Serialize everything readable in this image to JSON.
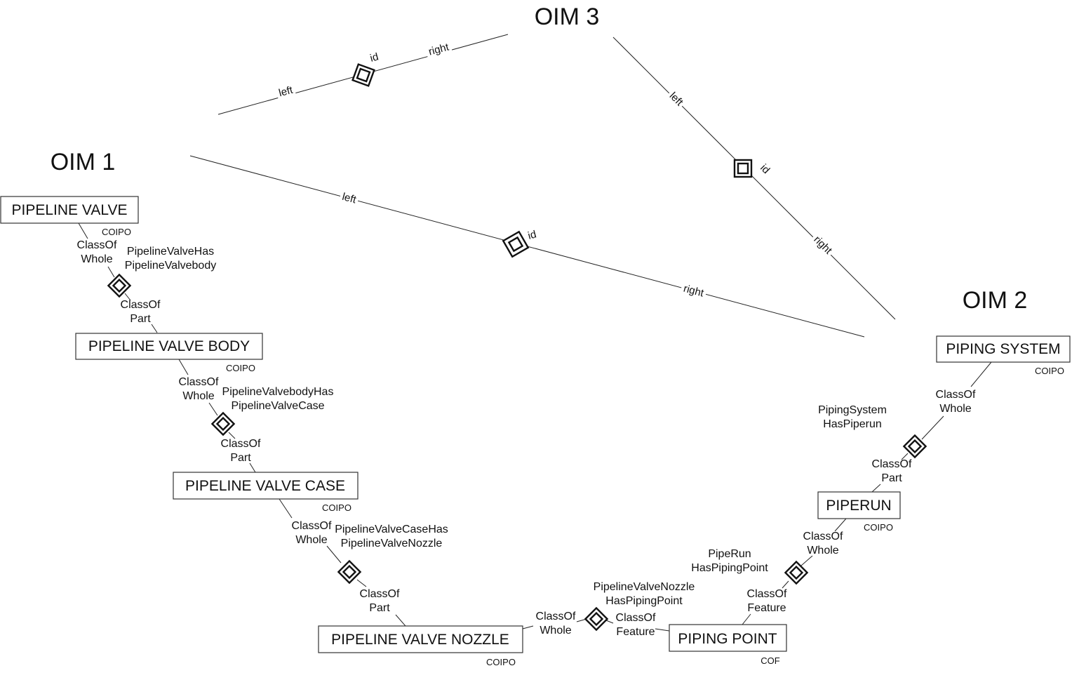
{
  "oims": [
    {
      "id": "oim1",
      "title": "OIM 1"
    },
    {
      "id": "oim2",
      "title": "OIM 2"
    },
    {
      "id": "oim3",
      "title": "OIM 3"
    }
  ],
  "entities": [
    {
      "id": "pipeline_valve",
      "label": "PIPELINE VALVE",
      "type": "COIPO"
    },
    {
      "id": "pipeline_valve_body",
      "label": "PIPELINE VALVE BODY",
      "type": "COIPO"
    },
    {
      "id": "pipeline_valve_case",
      "label": "PIPELINE VALVE CASE",
      "type": "COIPO"
    },
    {
      "id": "pipeline_valve_nozzle",
      "label": "PIPELINE VALVE NOZZLE",
      "type": "COIPO"
    },
    {
      "id": "piping_point",
      "label": "PIPING POINT",
      "type": "COF"
    },
    {
      "id": "piperun",
      "label": "PIPERUN",
      "type": "COIPO"
    },
    {
      "id": "piping_system",
      "label": "PIPING SYSTEM",
      "type": "COIPO"
    }
  ],
  "relationships": [
    {
      "id": "r1",
      "name_line1": "PipelineValveHas",
      "name_line2": "PipelineValvebody",
      "role_a": [
        "ClassOf",
        "Whole"
      ],
      "role_b": [
        "ClassOf",
        "Part"
      ]
    },
    {
      "id": "r2",
      "name_line1": "PipelineValvebodyHas",
      "name_line2": "PipelineValveCase",
      "role_a": [
        "ClassOf",
        "Whole"
      ],
      "role_b": [
        "ClassOf",
        "Part"
      ]
    },
    {
      "id": "r3",
      "name_line1": "PipelineValveCaseHas",
      "name_line2": "PipelineValveNozzle",
      "role_a": [
        "ClassOf",
        "Whole"
      ],
      "role_b": [
        "ClassOf",
        "Part"
      ]
    },
    {
      "id": "r4",
      "name_line1": "PipelineValveNozzle",
      "name_line2": "HasPipingPoint",
      "role_a": [
        "ClassOf",
        "Whole"
      ],
      "role_b": [
        "ClassOf",
        "Feature"
      ]
    },
    {
      "id": "r5",
      "name_line1": "PipeRun",
      "name_line2": "HasPipingPoint",
      "role_a": [
        "ClassOf",
        "Whole"
      ],
      "role_b": [
        "ClassOf",
        "Feature"
      ]
    },
    {
      "id": "r6",
      "name_line1": "PipingSystem",
      "name_line2": "HasPiperun",
      "role_a": [
        "ClassOf",
        "Whole"
      ],
      "role_b": [
        "ClassOf",
        "Part"
      ]
    }
  ],
  "mappings": [
    {
      "id": "m12",
      "from": "OIM 1",
      "to": "OIM 2",
      "left": "left",
      "right": "right",
      "id_label": "id"
    },
    {
      "id": "m13",
      "from": "OIM 1",
      "to": "OIM 3",
      "left": "left",
      "right": "right",
      "id_label": "id"
    },
    {
      "id": "m32",
      "from": "OIM 3",
      "to": "OIM 2",
      "left": "left",
      "right": "right",
      "id_label": "id"
    }
  ]
}
